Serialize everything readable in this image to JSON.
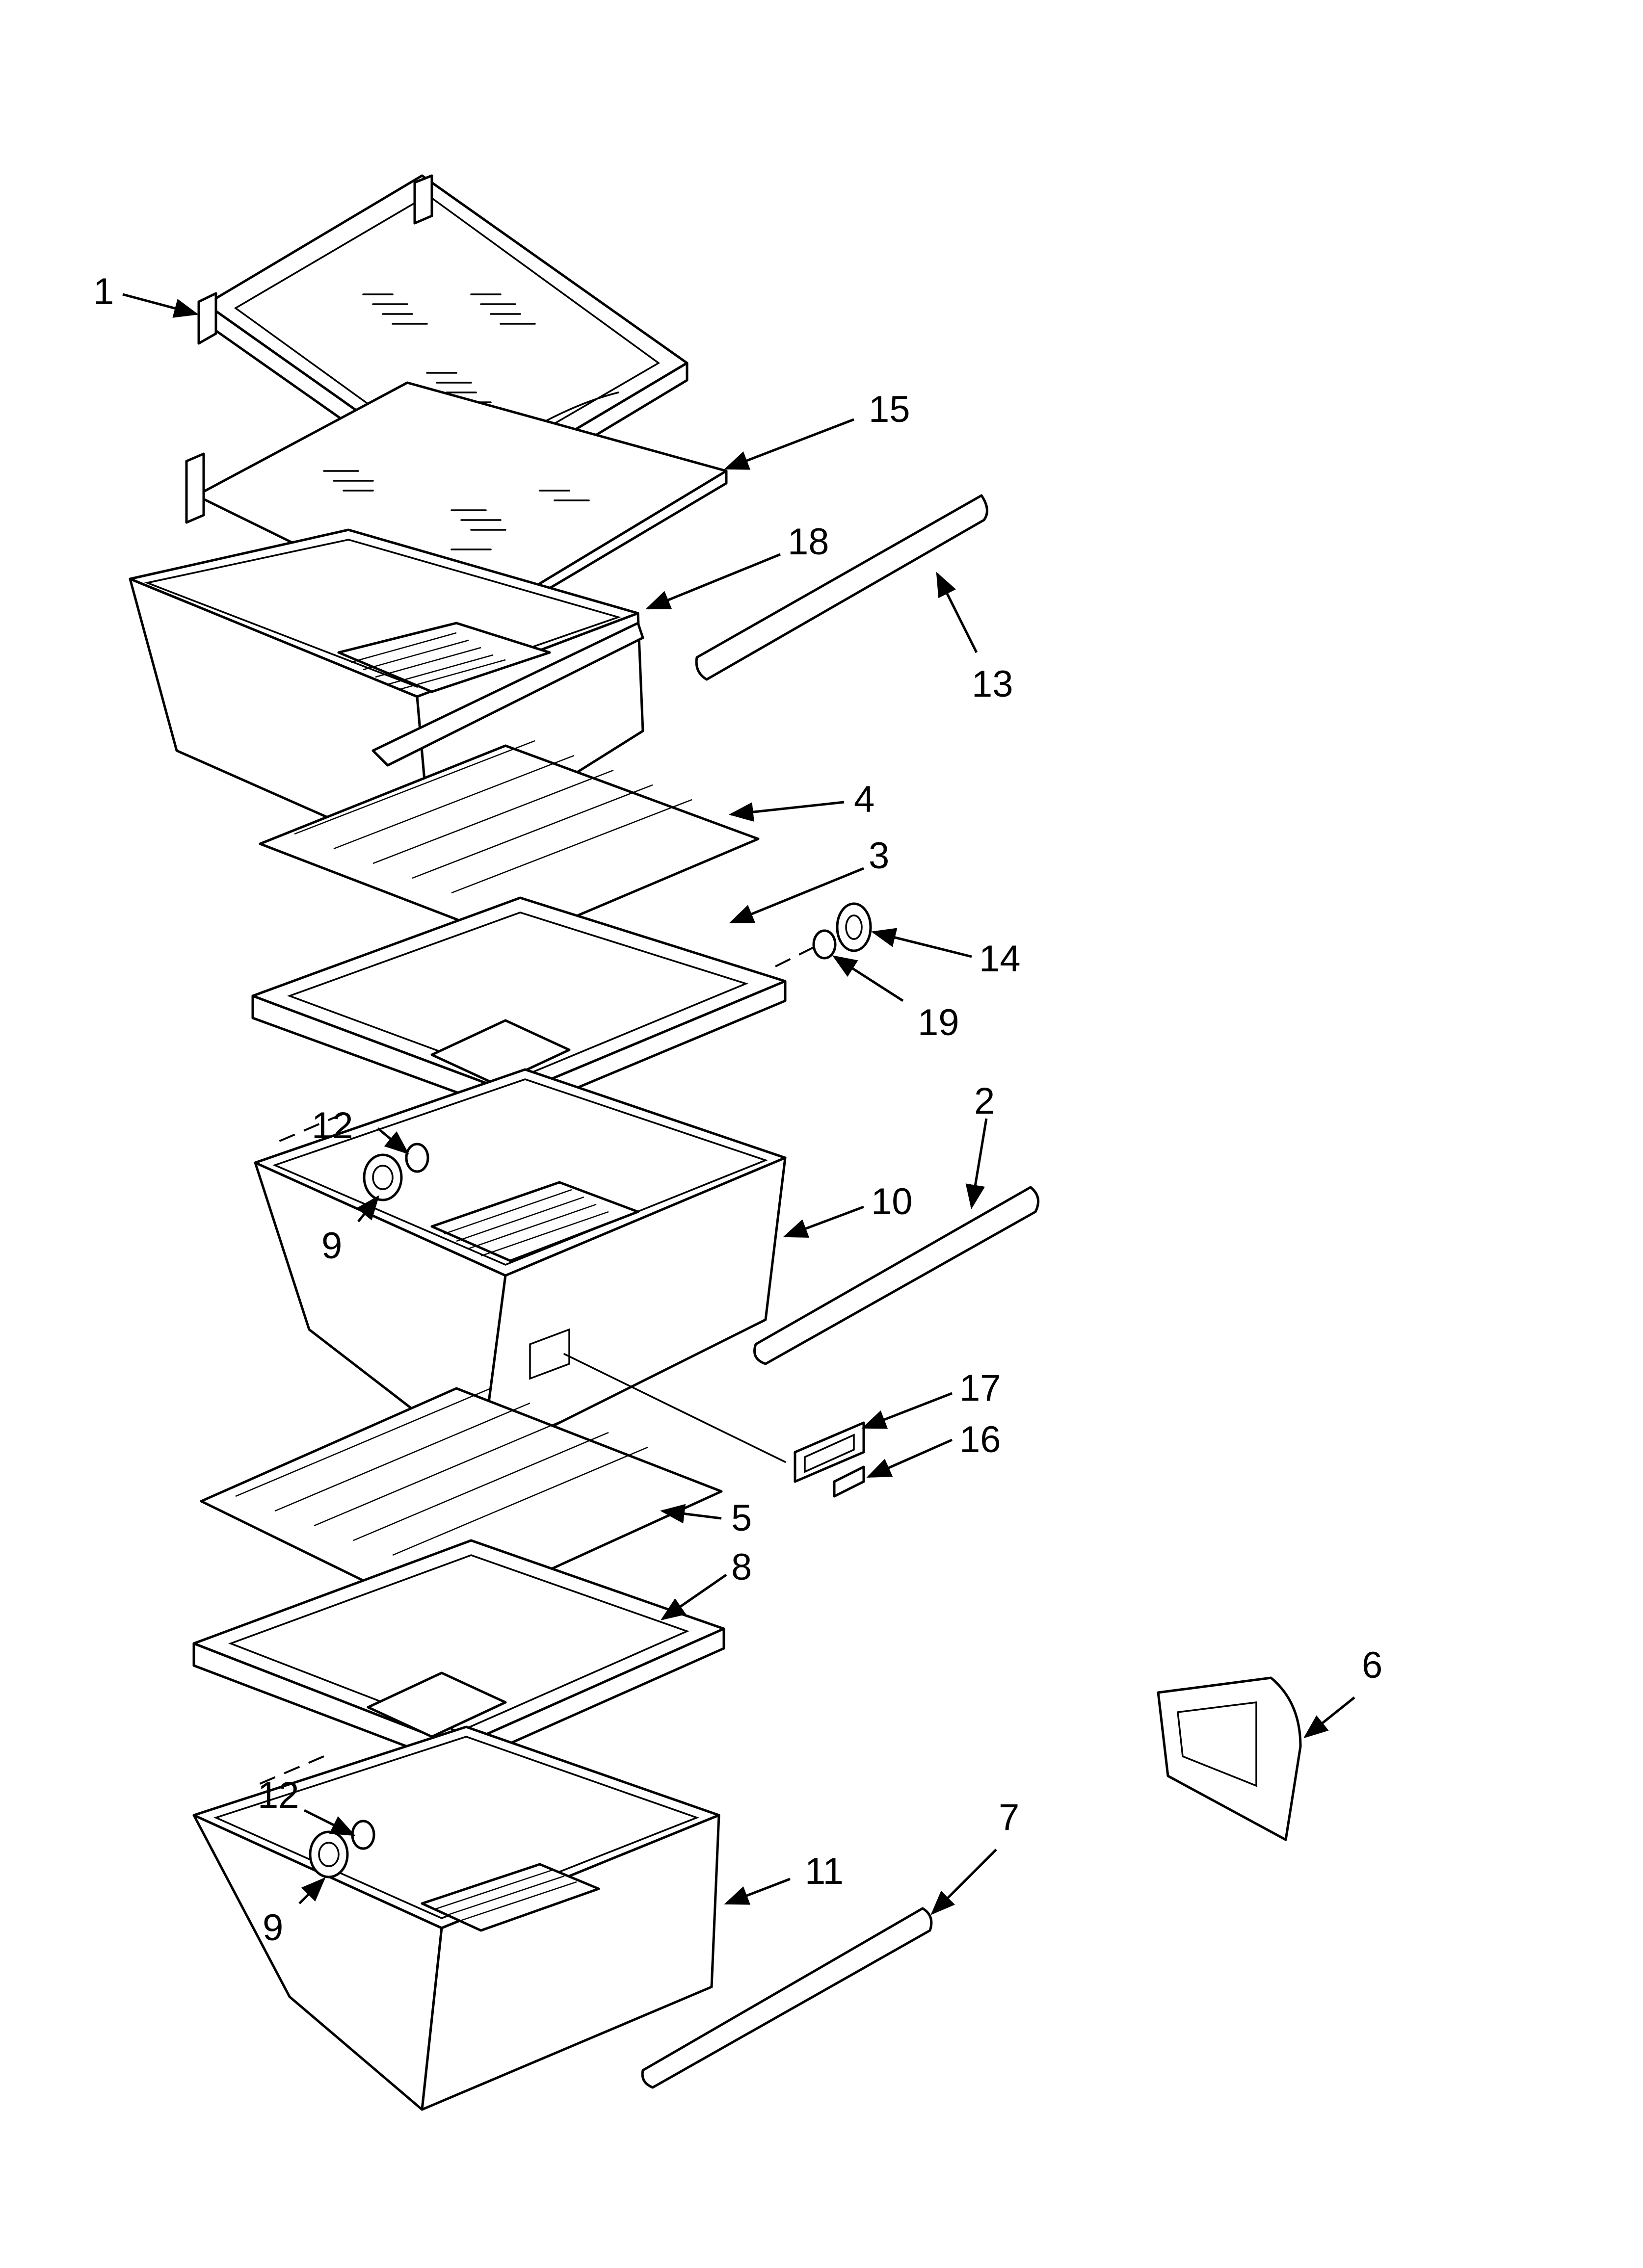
{
  "callouts": [
    {
      "id": "c1",
      "label": "1"
    },
    {
      "id": "c15",
      "label": "15"
    },
    {
      "id": "c18",
      "label": "18"
    },
    {
      "id": "c13",
      "label": "13"
    },
    {
      "id": "c4",
      "label": "4"
    },
    {
      "id": "c3",
      "label": "3"
    },
    {
      "id": "c14",
      "label": "14"
    },
    {
      "id": "c19",
      "label": "19"
    },
    {
      "id": "c2",
      "label": "2"
    },
    {
      "id": "c12a",
      "label": "12"
    },
    {
      "id": "c9a",
      "label": "9"
    },
    {
      "id": "c10",
      "label": "10"
    },
    {
      "id": "c17",
      "label": "17"
    },
    {
      "id": "c16",
      "label": "16"
    },
    {
      "id": "c5",
      "label": "5"
    },
    {
      "id": "c8",
      "label": "8"
    },
    {
      "id": "c6",
      "label": "6"
    },
    {
      "id": "c12b",
      "label": "12"
    },
    {
      "id": "c7",
      "label": "7"
    },
    {
      "id": "c11",
      "label": "11"
    },
    {
      "id": "c9b",
      "label": "9"
    }
  ],
  "colors": {
    "line": "#000000",
    "background": "#ffffff"
  }
}
